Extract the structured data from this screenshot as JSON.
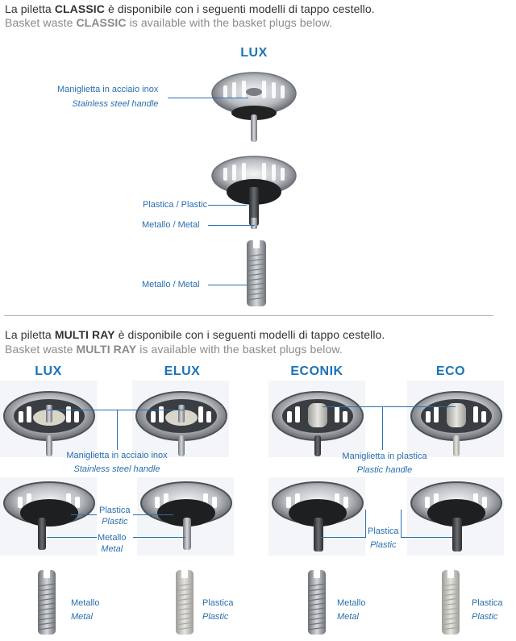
{
  "classic": {
    "intro_it": {
      "pre": "La piletta ",
      "brand": "CLASSIC",
      "post": " è disponibile con i seguenti modelli di tappo cestello."
    },
    "intro_en": {
      "pre": "Basket waste ",
      "brand": "CLASSIC",
      "post": " is available with the basket plugs below."
    },
    "model": "LUX",
    "labels": {
      "handle_it": "Maniglietta in acciaio inox",
      "handle_en": "Stainless steel handle",
      "plastic": "Plastica / Plastic",
      "metal": "Metallo / Metal",
      "metal2": "Metallo / Metal"
    }
  },
  "multiray": {
    "intro_it": {
      "pre": "La piletta ",
      "brand": "MULTI RAY",
      "post": " è disponibile con i seguenti modelli di tappo cestello."
    },
    "intro_en": {
      "pre": "Basket waste ",
      "brand": "MULTI RAY",
      "post": " is available with the basket plugs below."
    },
    "models": [
      "LUX",
      "ELUX",
      "ECONIK",
      "ECO"
    ],
    "labels": {
      "steel_handle_it": "Maniglietta in acciaio inox",
      "steel_handle_en": "Stainless steel handle",
      "plastic_handle_it": "Maniglietta in plastica",
      "plastic_handle_en": "Plastic handle",
      "mid_left_plastic_it": "Plastica",
      "mid_left_plastic_en": "Plastic",
      "mid_left_metal_it": "Metallo",
      "mid_left_metal_en": "Metal",
      "mid_right_plastic_it": "Plastica",
      "mid_right_plastic_en": "Plastic",
      "bottom": [
        {
          "it": "Metallo",
          "en": "Metal"
        },
        {
          "it": "Plastica",
          "en": "Plastic"
        },
        {
          "it": "Metallo",
          "en": "Metal"
        },
        {
          "it": "Plastica",
          "en": "Plastic"
        }
      ]
    }
  },
  "colors": {
    "accent": "#1a73b8",
    "label": "#2a6fb0",
    "divider": "#b5b5b5"
  }
}
